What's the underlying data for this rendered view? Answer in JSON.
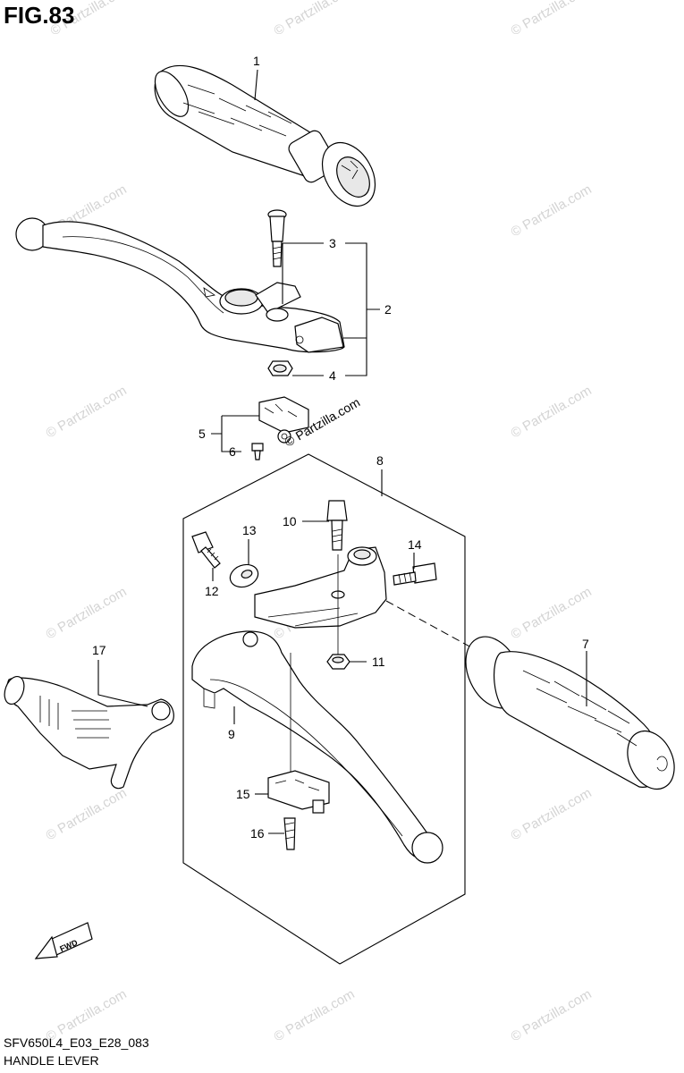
{
  "figure": {
    "title": "FIG.83"
  },
  "watermark": {
    "text": "© Partzilla.com"
  },
  "diagram_stamp": {
    "text": "© Partzilla.com"
  },
  "callouts": [
    "1",
    "2",
    "3",
    "4",
    "5",
    "6",
    "7",
    "8",
    "9",
    "10",
    "11",
    "12",
    "13",
    "14",
    "15",
    "16",
    "17"
  ],
  "direction_badge": {
    "text": "FWD"
  },
  "footer": {
    "code": "SFV650L4_E03_E28_083",
    "name": "HANDLE LEVER"
  },
  "parts": [
    {
      "id": "1",
      "name": "throttle-grip"
    },
    {
      "id": "2",
      "name": "brake-lever-assembly"
    },
    {
      "id": "3",
      "name": "pivot-bolt"
    },
    {
      "id": "4",
      "name": "nut"
    },
    {
      "id": "5",
      "name": "front-brake-switch"
    },
    {
      "id": "6",
      "name": "screw"
    },
    {
      "id": "7",
      "name": "left-handlebar-grip"
    },
    {
      "id": "8",
      "name": "clutch-lever-assembly"
    },
    {
      "id": "9",
      "name": "clutch-lever"
    },
    {
      "id": "10",
      "name": "bolt"
    },
    {
      "id": "11",
      "name": "nut"
    },
    {
      "id": "12",
      "name": "bolt"
    },
    {
      "id": "13",
      "name": "washer"
    },
    {
      "id": "14",
      "name": "bolt"
    },
    {
      "id": "15",
      "name": "clutch-switch"
    },
    {
      "id": "16",
      "name": "screw"
    },
    {
      "id": "17",
      "name": "choke-lever"
    }
  ]
}
